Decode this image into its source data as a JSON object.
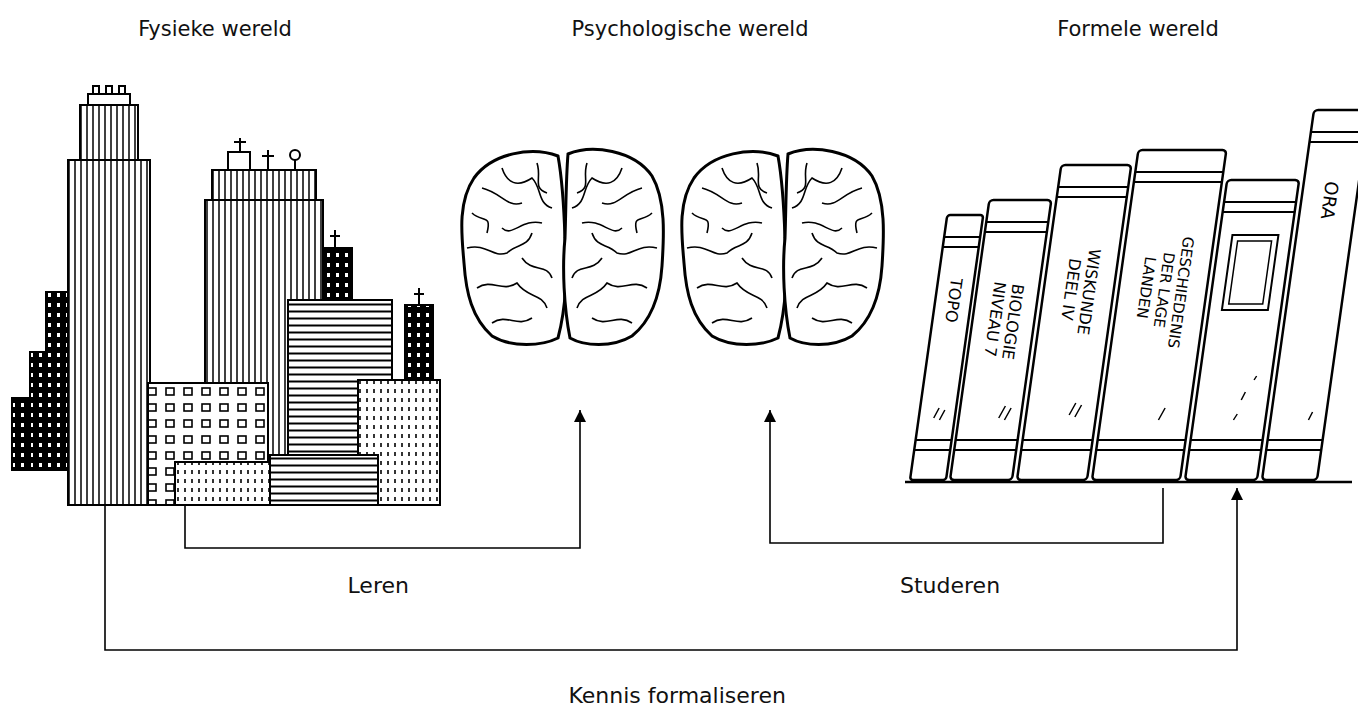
{
  "diagram": {
    "nodes": [
      {
        "text": [
          "Fysieke wereld"
        ]
      },
      {
        "text": [
          "Psychologische wereld"
        ]
      },
      {
        "text": [
          "Formele wereld"
        ]
      }
    ],
    "edges": [
      {
        "from": 0,
        "to": 1,
        "arrow": "to",
        "label": "Leren"
      },
      {
        "from": 2,
        "to": 1,
        "arrow": "to",
        "label": "Studeren"
      },
      {
        "from": 0,
        "to": 2,
        "arrow": "to",
        "label": "Kennis formaliseren"
      }
    ],
    "labels": [
      "TOPO",
      "BIOLOGIE NIVEAU 7",
      "WISKUNDE DEEL IV",
      "GESCHIEDENIS DER LAGE LANDEN",
      "ORA"
    ]
  }
}
